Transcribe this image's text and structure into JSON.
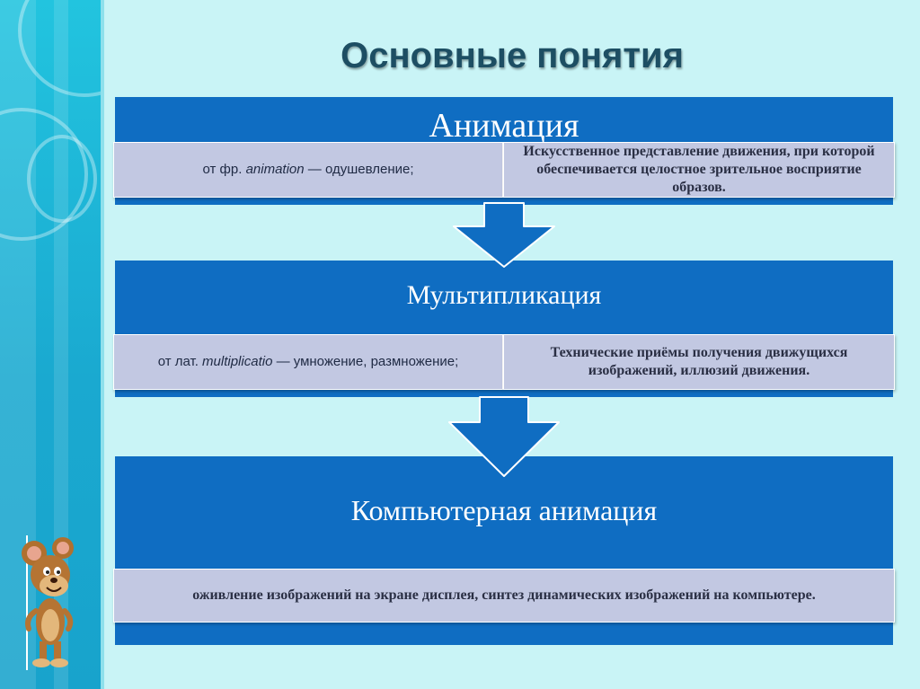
{
  "colors": {
    "band": "#1aa9d0",
    "background": "#c9f4f6",
    "box": "#0f6dc2",
    "cell": "#c2c8e2",
    "title": "#1d4e63"
  },
  "title": "Основные понятия",
  "blocks": [
    {
      "heading": "Анимация",
      "left_pre": "от фр. ",
      "left_em": "animation",
      "left_post": " — одушевление;",
      "right": "Искусственное представление движения, при которой обеспечивается целостное зрительное восприятие образов."
    },
    {
      "heading": "Мультипликация",
      "left_pre": "от лат. ",
      "left_em": "multiplicatio",
      "left_post": " — умножение, размножение;",
      "right": "Технические приёмы получения движущихся изображений, иллюзий движения."
    },
    {
      "heading": "Компьютерная анимация",
      "text": "оживление изображений на экране дисплея, синтез динамических изображений на компьютере."
    }
  ],
  "icons": {
    "connector": "down-arrow-icon",
    "mascot": "cartoon-mouse-icon"
  }
}
